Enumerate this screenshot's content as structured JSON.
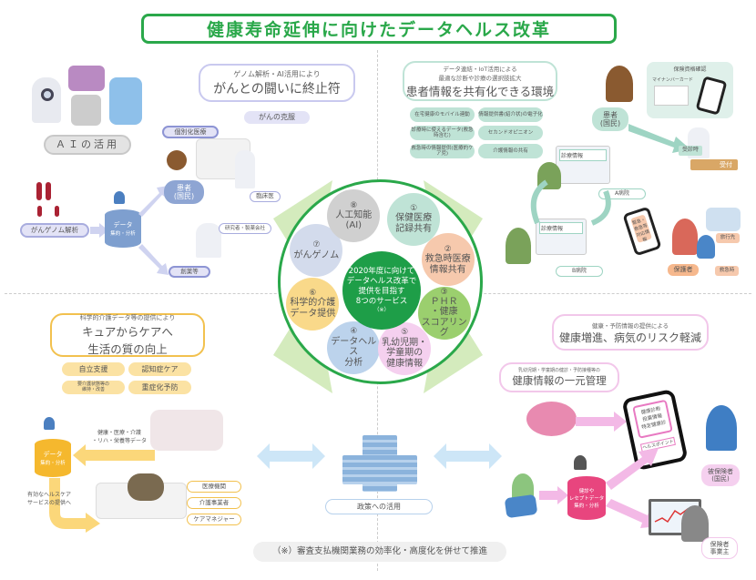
{
  "title": "健康寿命延伸に向けたデータヘルス改革",
  "top_left": {
    "header_small": "ゲノム解析・AI活用により",
    "header_large": "がんとの闘いに終止符",
    "tag": "がんの克服",
    "ai_label": "ＡＩの活用",
    "personalized": "個別化医療",
    "patient": "患者\n(国民)",
    "clinician": "臨床医",
    "researcher": "研究者・製薬会社",
    "genome": "がんゲノム解析",
    "data": "データ",
    "data_sub": "集約・分析",
    "drug": "創薬等"
  },
  "top_right": {
    "header_small1": "データ連結・IoT活用による",
    "header_small2": "最適な診断や診療の選択肢拡大",
    "header_large": "患者情報を共有化できる環境",
    "tags": [
      "在宅健康のモバイル連動",
      "情報提供書(紹介状)の電子化",
      "診療時に使えるデータ(救急時含む)",
      "セカンドオピニオン",
      "救急時の情報提供(医療的ケア児)",
      "介護情報の共有"
    ],
    "insurance_check": "保険資格確認",
    "my_number_card": "マイナンバーカード",
    "patient": "患者\n(国民)",
    "receptionist": "受診時",
    "reception": "受付",
    "hospital_a": "A病院",
    "hospital_b": "B病院",
    "medical_info": "診療情報",
    "emergency_info": "緊急・救急等対応情報",
    "travel": "旅行先",
    "guardian": "保護者",
    "ambulance": "救急時"
  },
  "center": {
    "core_lines": [
      "2020年度に向けて",
      "データヘルス改革で",
      "提供を目指す",
      "8つのサービス"
    ],
    "core_note": "（※）",
    "services": [
      {
        "num": "①",
        "label": "保健医療\n記録共有",
        "color": "#bfe3d6"
      },
      {
        "num": "②",
        "label": "救急時医療\n情報共有",
        "color": "#f6c9ad"
      },
      {
        "num": "③",
        "label": "ＰＨＲ\n・健康\nスコアリング",
        "color": "#9bcf6e"
      },
      {
        "num": "④",
        "label": "データヘルス\n分析",
        "color": "#bcd3ec"
      },
      {
        "num": "⑤",
        "label": "乳幼児期・\n学童期の\n健康情報",
        "color": "#f5d0ef"
      },
      {
        "num": "⑥",
        "label": "科学的介護\nデータ提供",
        "color": "#f9d98a"
      },
      {
        "num": "⑦",
        "label": "がんゲノム",
        "color": "#d3dbec"
      },
      {
        "num": "⑧",
        "label": "人工知能\n(AI)",
        "color": "#d0d0d0"
      }
    ]
  },
  "bottom_left": {
    "header_small": "科学的介護データ等の提供により",
    "header_large1": "キュアからケアへ",
    "header_large2": "生活の質の向上",
    "tags": [
      "自立支援",
      "認知症ケア",
      "要介護状態等の\n維持・改善",
      "重症化予防"
    ],
    "flow_label": "健康・医療・介護\n・リハ・栄養等データ",
    "data": "データ",
    "data_sub": "集約・分析",
    "service_label": "有効なヘルスケア\nサービスの提供へ",
    "roles": [
      "医療機関",
      "介護事業者",
      "ケアマネジャー"
    ]
  },
  "bottom_center": {
    "policy": "政策への活用",
    "footnote": "（※）審査支払機関業務の効率化・高度化を併せて推進"
  },
  "bottom_right": {
    "header_small": "健康・予防情報の提供による",
    "header_large": "健康増進、病気のリスク軽減",
    "sub_small": "乳幼児期・学童期の健診・予防接種等の",
    "sub_large": "健康情報の一元管理",
    "phone_text": "健康診断\n投薬情報\n特定健康診",
    "phone_bottom": "ヘルスポイント",
    "insured": "被保険者\n(国民)",
    "data": "健診や\nレセプトデータ\n集約・分析",
    "insurer": "保険者\n事業主"
  }
}
